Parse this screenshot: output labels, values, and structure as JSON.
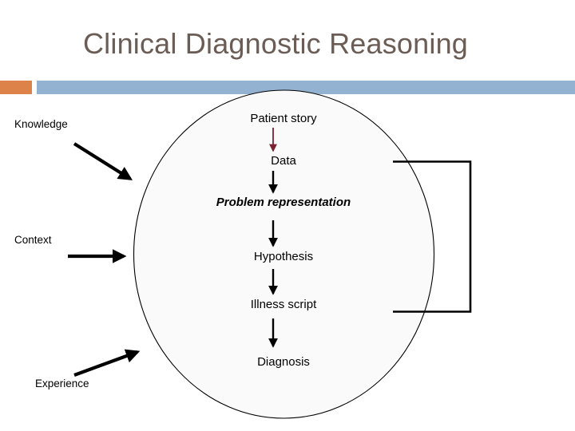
{
  "slide": {
    "title": "Clinical Diagnostic Reasoning",
    "title_color": "#6b5d55",
    "background_color": "#ffffff"
  },
  "accent_rule": {
    "square_color": "#dd8249",
    "bar_color": "#93b2d1"
  },
  "diagram": {
    "container_shape": "ellipse",
    "container_fill": "#fafafa",
    "container_stroke": "#000000",
    "flow": [
      {
        "label": "Patient story",
        "style": "regular"
      },
      {
        "label": "Data",
        "style": "regular"
      },
      {
        "label": "Problem representation",
        "style": "bold-italic"
      },
      {
        "label": "Hypothesis",
        "style": "regular"
      },
      {
        "label": "Illness script",
        "style": "regular"
      },
      {
        "label": "Diagnosis",
        "style": "regular"
      }
    ],
    "flow_arrow_colors": [
      "#7b2030",
      "#000000",
      "#000000",
      "#000000",
      "#000000"
    ],
    "inputs": [
      {
        "label": "Knowledge",
        "arrow": "diagonal-down-right"
      },
      {
        "label": "Context",
        "arrow": "horizontal-right"
      },
      {
        "label": "Experience",
        "arrow": "diagonal-up-right"
      }
    ],
    "bracket": {
      "orientation": "right-facing",
      "color": "#000000",
      "label": ""
    }
  }
}
